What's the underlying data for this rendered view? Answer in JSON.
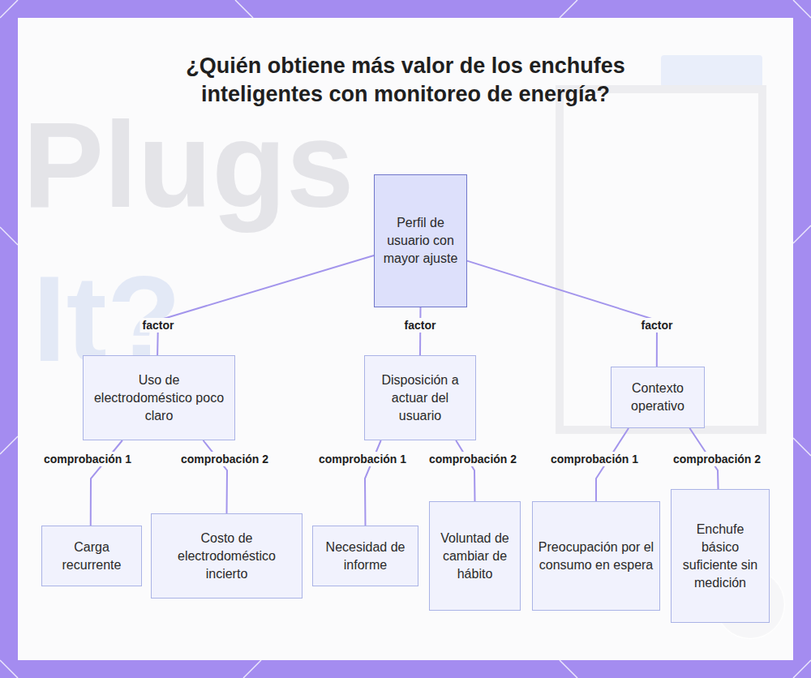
{
  "diagram": {
    "title": "¿Quién obtiene más valor de los enchufes inteligentes con monitoreo de energía?",
    "nodes": [
      {
        "text": [
          "Perfil de usuario con mayor ajuste"
        ]
      },
      {
        "text": [
          "Uso de electrodoméstico poco claro"
        ]
      },
      {
        "text": [
          "Disposición a actuar del usuario"
        ]
      },
      {
        "text": [
          "Contexto operativo"
        ]
      },
      {
        "text": [
          "Carga recurrente"
        ]
      },
      {
        "text": [
          "Costo de electrodoméstico incierto"
        ]
      },
      {
        "text": [
          "Necesidad de informe"
        ]
      },
      {
        "text": [
          "Voluntad de cambiar de hábito"
        ]
      },
      {
        "text": [
          "Preocupación por el consumo en espera"
        ]
      },
      {
        "text": [
          "Enchufe básico suficiente sin medición"
        ]
      }
    ],
    "edges": [
      {
        "from": 0,
        "to": 1,
        "label": "factor",
        "arrow": "none"
      },
      {
        "from": 0,
        "to": 2,
        "label": "factor",
        "arrow": "none"
      },
      {
        "from": 0,
        "to": 3,
        "label": "factor",
        "arrow": "none"
      },
      {
        "from": 1,
        "to": 4,
        "label": "comprobación 1",
        "arrow": "none"
      },
      {
        "from": 1,
        "to": 5,
        "label": "comprobación 2",
        "arrow": "none"
      },
      {
        "from": 2,
        "to": 6,
        "label": "comprobación 1",
        "arrow": "none"
      },
      {
        "from": 2,
        "to": 7,
        "label": "comprobación 2",
        "arrow": "none"
      },
      {
        "from": 3,
        "to": 8,
        "label": "comprobación 1",
        "arrow": "none"
      },
      {
        "from": 3,
        "to": 9,
        "label": "comprobación 2",
        "arrow": "none"
      }
    ],
    "labels": [
      "Plugs",
      "It?"
    ]
  }
}
